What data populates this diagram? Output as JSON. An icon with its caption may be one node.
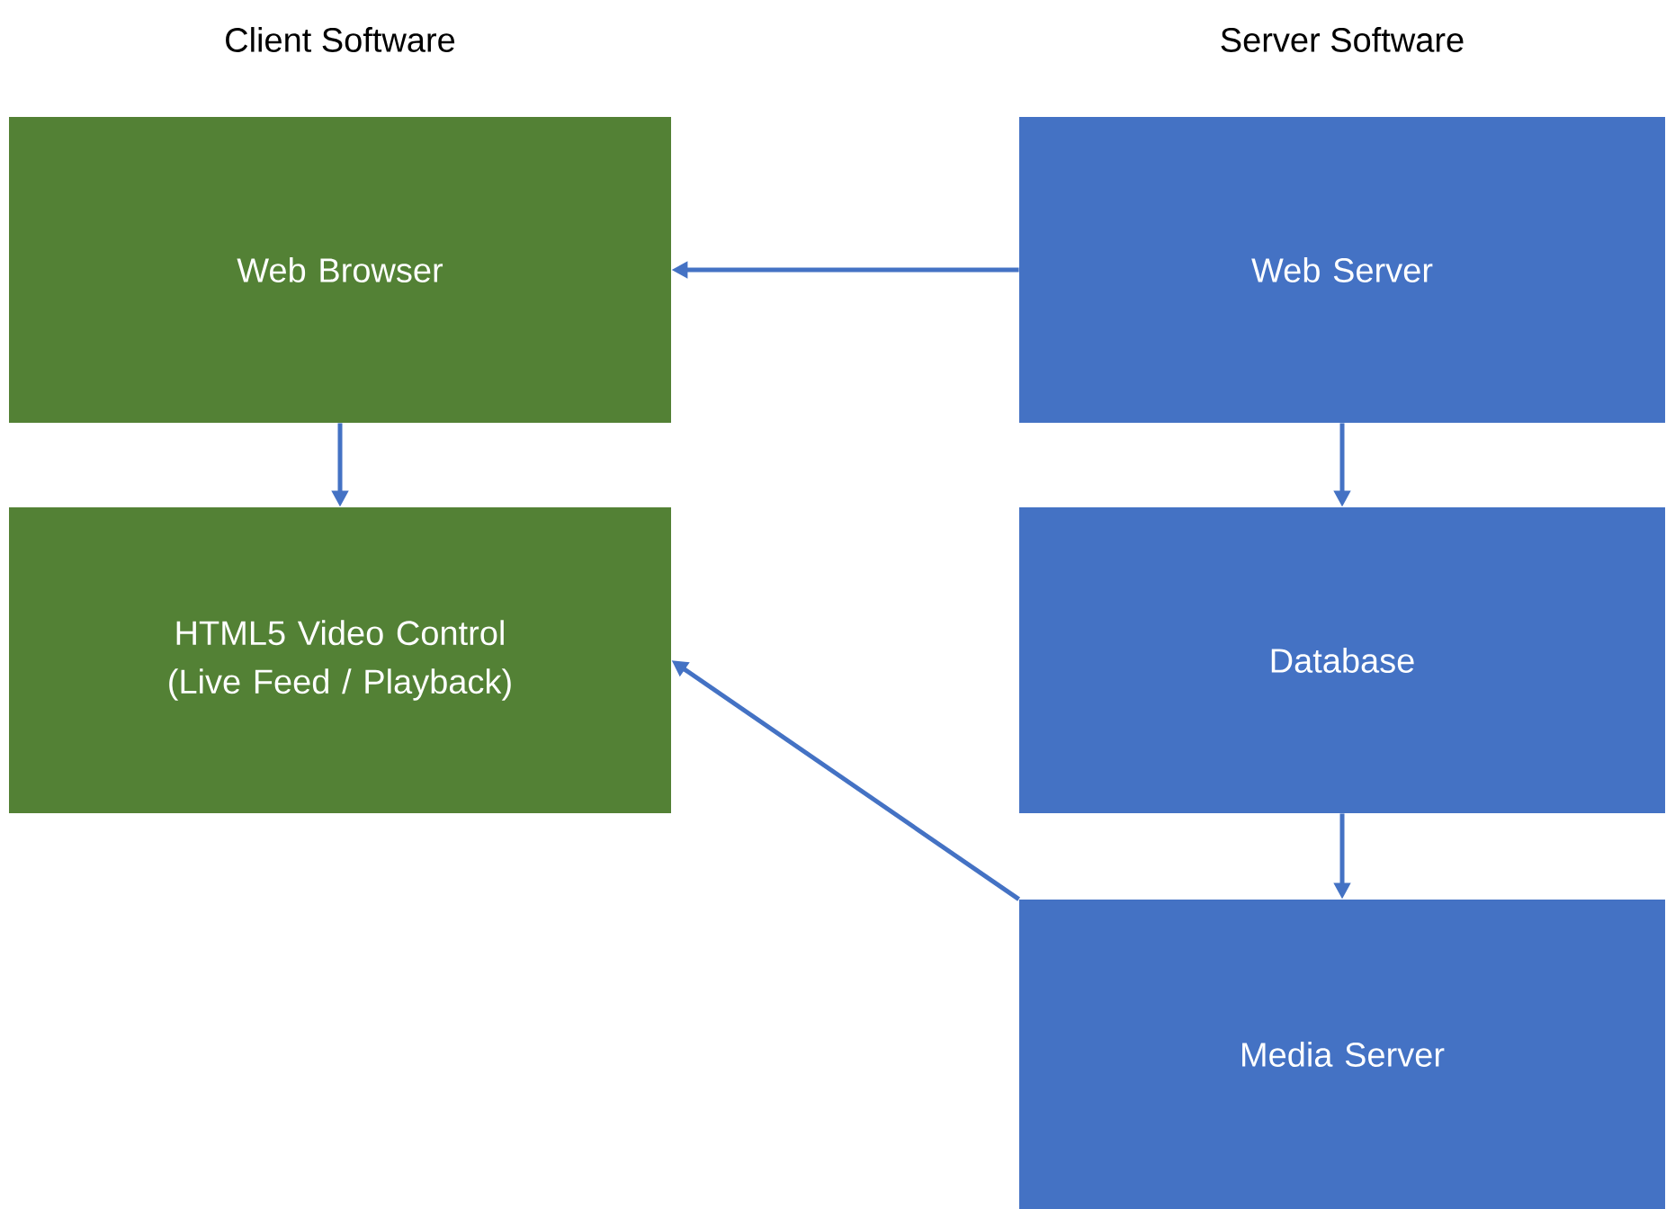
{
  "diagram": {
    "nodes": [
      {
        "text": [
          "Web Browser"
        ]
      },
      {
        "text": [
          "HTML5 Video Control (Live Feed / Playback)"
        ]
      },
      {
        "text": [
          "Web Server"
        ]
      },
      {
        "text": [
          "Database"
        ]
      },
      {
        "text": [
          "Media Server"
        ]
      }
    ],
    "edges": [
      {
        "from": 2,
        "to": 0,
        "arrow": "to"
      },
      {
        "from": 0,
        "to": 1,
        "arrow": "to"
      },
      {
        "from": 2,
        "to": 3,
        "arrow": "to"
      },
      {
        "from": 3,
        "to": 4,
        "arrow": "to"
      },
      {
        "from": 4,
        "to": 1,
        "arrow": "to"
      }
    ],
    "labels": [
      "Client Software",
      "Server Software"
    ]
  }
}
